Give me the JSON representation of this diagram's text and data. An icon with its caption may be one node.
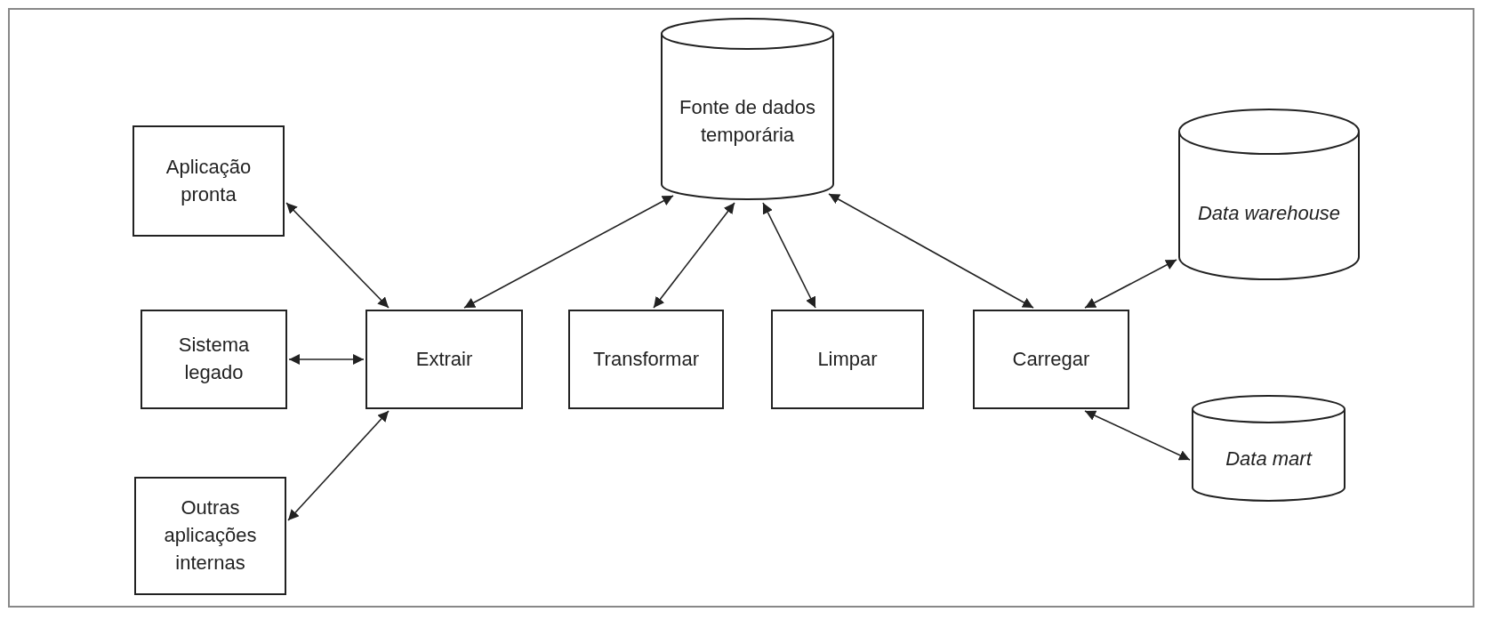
{
  "diagram": {
    "nodes": [
      {
        "text": [
          "Aplicação pronta"
        ]
      },
      {
        "text": [
          "Sistema legado"
        ]
      },
      {
        "text": [
          "Outras aplicações internas"
        ]
      },
      {
        "text": [
          "Extrair"
        ]
      },
      {
        "text": [
          "Fonte de dados temporária"
        ]
      },
      {
        "text": [
          "Transformar"
        ]
      },
      {
        "text": [
          "Limpar"
        ]
      },
      {
        "text": [
          "Carregar"
        ]
      },
      {
        "text": [
          "Data warehouse"
        ]
      },
      {
        "text": [
          "Data mart"
        ]
      }
    ],
    "edges": [
      {
        "from": 0,
        "to": 3,
        "arrow": "both"
      },
      {
        "from": 1,
        "to": 3,
        "arrow": "both"
      },
      {
        "from": 2,
        "to": 3,
        "arrow": "both"
      },
      {
        "from": 3,
        "to": 4,
        "arrow": "both"
      },
      {
        "from": 5,
        "to": 4,
        "arrow": "both"
      },
      {
        "from": 6,
        "to": 4,
        "arrow": "both"
      },
      {
        "from": 7,
        "to": 4,
        "arrow": "both"
      },
      {
        "from": 7,
        "to": 8,
        "arrow": "both"
      },
      {
        "from": 7,
        "to": 9,
        "arrow": "both"
      }
    ]
  }
}
